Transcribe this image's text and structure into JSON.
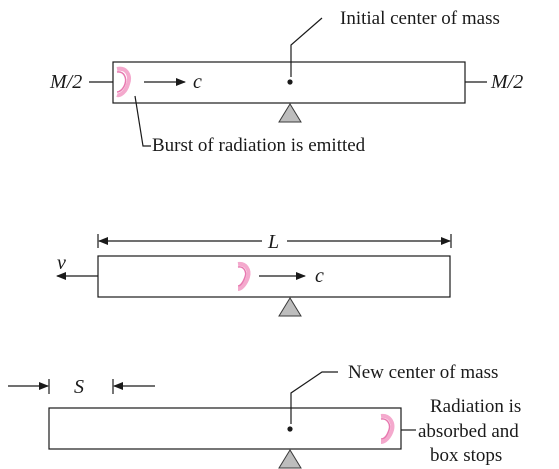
{
  "panel1": {
    "initial_cm_label": "Initial center of mass",
    "mass_left": "M/2",
    "mass_right": "M/2",
    "velocity_label": "c",
    "burst_label": "Burst of radiation is emitted"
  },
  "panel2": {
    "length_label": "L",
    "box_velocity_label": "v",
    "velocity_label": "c"
  },
  "panel3": {
    "shift_label": "S",
    "new_cm_label": "New center of mass",
    "absorbed_line1": "Radiation is",
    "absorbed_line2": "absorbed and",
    "absorbed_line3": "box stops"
  },
  "colors": {
    "radiation": "#e879b0",
    "pivot": "#bdbdbd"
  }
}
